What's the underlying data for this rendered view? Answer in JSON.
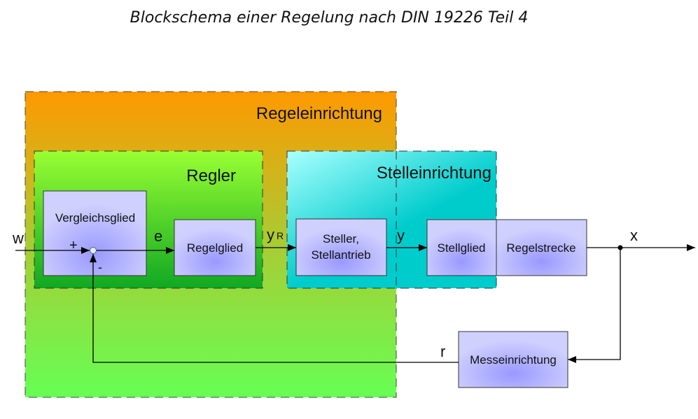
{
  "title": "Blockschema einer Regelung nach DIN 19226 Teil 4",
  "regions": {
    "regeleinrichtung": "Regeleinrichtung",
    "regler": "Regler",
    "stelleinrichtung": "Stelleinrichtung"
  },
  "blocks": {
    "vergleichsglied": "Vergleichsglied",
    "regelglied": "Regelglied",
    "steller_line1": "Steller,",
    "steller_line2": "Stellantrieb",
    "stellglied": "Stellglied",
    "regelstrecke": "Regelstrecke",
    "messeinrichtung": "Messeinrichtung"
  },
  "signals": {
    "w": "w",
    "e": "e",
    "yR_main": "y",
    "yR_sub": "R",
    "y": "y",
    "x": "x",
    "r": "r",
    "plus": "+",
    "minus": "-"
  },
  "colors": {
    "block_fill": "#ccccff",
    "block_center": "#9999ff",
    "orange": "#ff9900",
    "green": "#66ff55",
    "cyan": "#00cccc"
  }
}
